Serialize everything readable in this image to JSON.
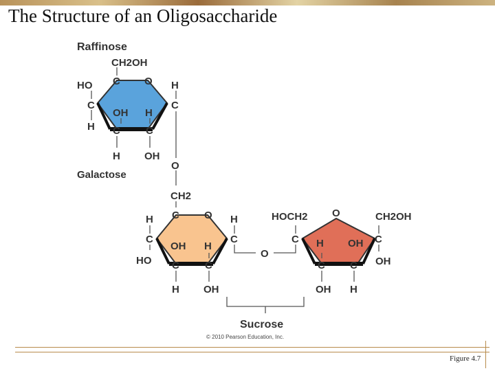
{
  "slide": {
    "title": "The Structure of an Oligosaccharide",
    "figure_label": "Figure 4.7"
  },
  "diagram": {
    "heading": "Raffinose",
    "credit": "© 2010 Pearson Education, Inc.",
    "colors": {
      "galactose": "#5aa3dc",
      "glucose": "#f9c48f",
      "fructose": "#e06f58",
      "bond": "#111111"
    },
    "galactose": {
      "name": "Galactose",
      "top": "CH2OH",
      "ring_c_top": "C",
      "ring_o": "O",
      "ring_h_right": "H",
      "ring_ho_left": "HO",
      "ring_c_left": "C",
      "ring_c_right": "C",
      "ring_h_left_down": "H",
      "in_oh": "OH",
      "in_h": "H",
      "bottom_c1": "C",
      "bottom_c2": "C",
      "bottom_h": "H",
      "bottom_oh": "OH",
      "link_o": "O",
      "link_ch2": "CH2"
    },
    "glucose": {
      "ring_c_top": "C",
      "ring_o": "O",
      "ring_h_left": "H",
      "ring_h_right": "H",
      "ring_c_left": "C",
      "ring_c_right": "C",
      "ring_ho_left": "HO",
      "in_oh": "OH",
      "in_h": "H",
      "bottom_c1": "C",
      "bottom_c2": "C",
      "bottom_h": "H",
      "bottom_oh": "OH"
    },
    "glycosidic_o": "O",
    "fructose": {
      "hoch2": "HOCH2",
      "ring_o": "O",
      "ch2oh": "CH2OH",
      "ring_c_left": "C",
      "ring_c_right": "C",
      "in_h": "H",
      "in_oh": "OH",
      "right_oh": "OH",
      "bottom_c1": "C",
      "bottom_c2": "C",
      "bottom_oh": "OH",
      "bottom_h": "H"
    },
    "bracket_label": "Sucrose"
  }
}
